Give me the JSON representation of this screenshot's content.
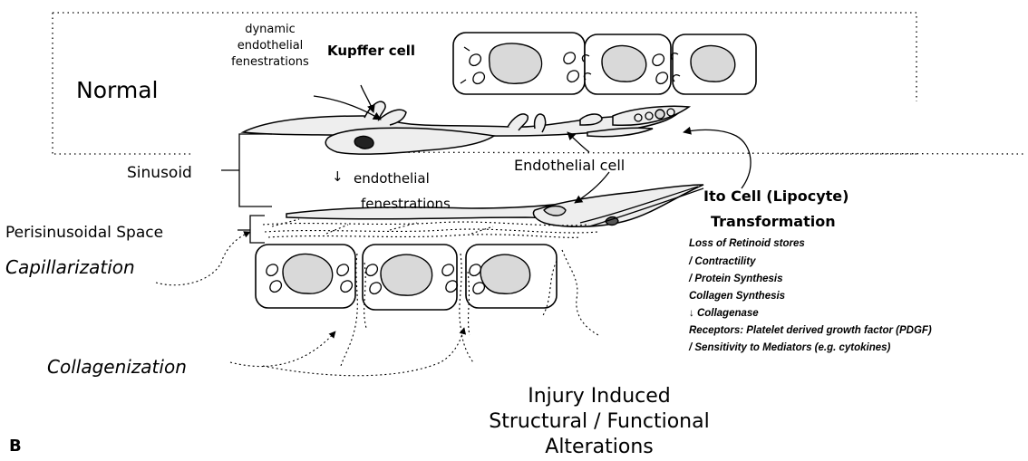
{
  "labels": {
    "normal": "Normal",
    "dynamic_fenestrations": [
      "dynamic",
      "endothelial",
      "fenestrations"
    ],
    "kupffer": "Kupffer cell",
    "sinusoid": "Sinusoid",
    "endothelial_cell": "Endothelial cell",
    "endothelial_fenestrations": [
      "endothelial",
      "fenestrations"
    ],
    "down_arrow": "↓",
    "perisinusoidal": "Perisinusoidal  Space",
    "capillarization": "Capillarization",
    "collagenization": "Collagenization",
    "ito_title": [
      "Ito Cell (Lipocyte)",
      "Transformation"
    ],
    "panel": "B"
  },
  "ito_changes": [
    "Loss of Retinoid stores",
    "/ Contractility",
    "/ Protein Synthesis",
    "Collagen Synthesis",
    "↓ Collagenase",
    "Receptors: Platelet derived growth factor (PDGF)",
    "/ Sensitivity to Mediators (e.g. cytokines)"
  ],
  "bottom_title": [
    "Injury Induced",
    "Structural / Functional",
    "Alterations"
  ]
}
